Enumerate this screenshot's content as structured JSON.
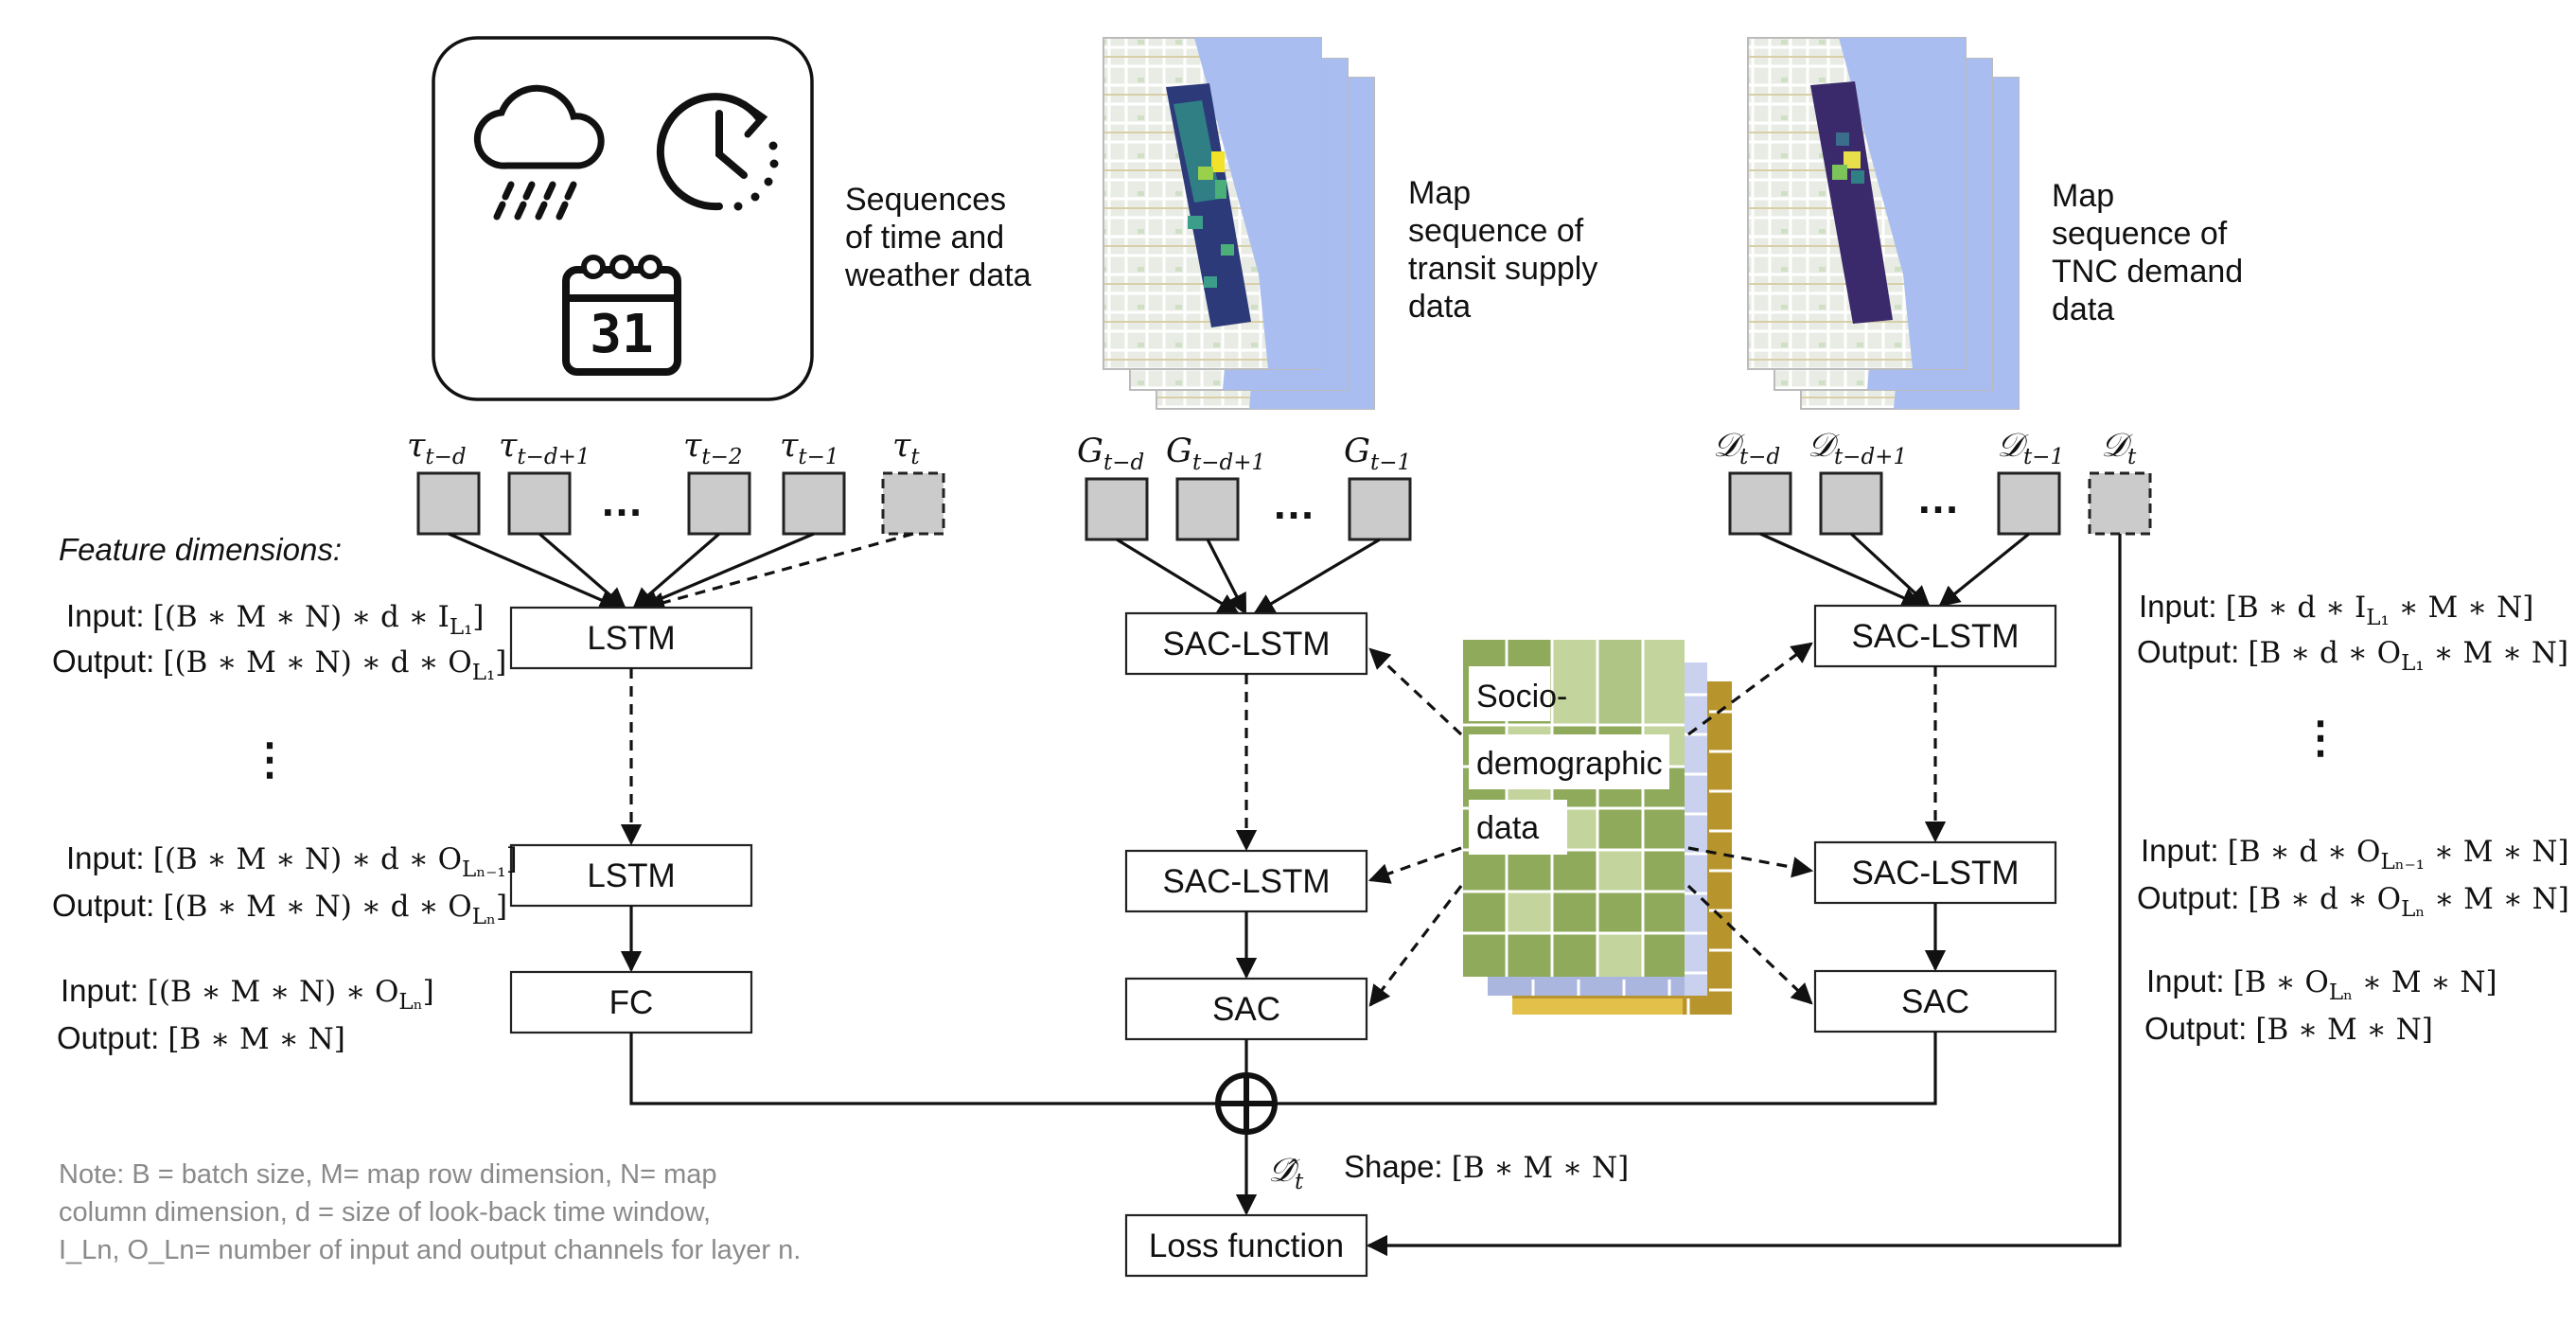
{
  "time_weather": {
    "calendar_day": "31",
    "caption_lines": [
      "Sequences",
      "of time and",
      "weather data"
    ]
  },
  "transit_map": {
    "caption_lines": [
      "Map",
      "sequence of",
      "transit supply",
      "data"
    ]
  },
  "demand_map": {
    "caption_lines": [
      "Map",
      "sequence of",
      "TNC demand",
      "data"
    ]
  },
  "tau_inputs": {
    "labels": [
      {
        "base": "τ",
        "sub": "t−d"
      },
      {
        "base": "τ",
        "sub": "t−d+1"
      },
      {
        "base": "τ",
        "sub": "t−2"
      },
      {
        "base": "τ",
        "sub": "t−1"
      },
      {
        "base": "τ",
        "sub": "t"
      }
    ]
  },
  "g_inputs": {
    "labels": [
      {
        "base": "G",
        "sub": "t−d"
      },
      {
        "base": "G",
        "sub": "t−d+1"
      },
      {
        "base": "G",
        "sub": "t−1"
      }
    ]
  },
  "d_inputs": {
    "labels": [
      {
        "base": "𝒟",
        "sub": "t−d"
      },
      {
        "base": "𝒟",
        "sub": "t−d+1"
      },
      {
        "base": "𝒟",
        "sub": "t−1"
      },
      {
        "base": "𝒟",
        "sub": "t"
      }
    ]
  },
  "ellipsis": "…",
  "vertical_ellipsis": "⋮",
  "left_branch": {
    "heading": "Feature dimensions:",
    "boxes": [
      "LSTM",
      "LSTM",
      "FC"
    ],
    "dims": [
      {
        "prefix": "Input: ",
        "pre": "[(B ∗ M ∗ N) ∗ d ∗ I",
        "sub": "L₁",
        "post": "]"
      },
      {
        "prefix": "Output: ",
        "pre": "[(B ∗ M ∗ N) ∗ d ∗ O",
        "sub": "L₁",
        "post": "]"
      },
      {
        "prefix": "Input: ",
        "pre": "[(B ∗ M ∗ N) ∗ d ∗ O",
        "sub": "Lₙ₋₁",
        "post": "]"
      },
      {
        "prefix": "Output: ",
        "pre": "[(B ∗ M ∗ N) ∗ d ∗ O",
        "sub": "Lₙ",
        "post": "]"
      },
      {
        "prefix": "Input: ",
        "pre": "[(B ∗ M ∗ N) ∗ O",
        "sub": "Lₙ",
        "post": "]"
      },
      {
        "prefix": "Output: ",
        "pre": "[B ∗ M ∗ N]",
        "sub": "",
        "post": ""
      }
    ]
  },
  "middle_branch": {
    "boxes": [
      "SAC-LSTM",
      "SAC-LSTM",
      "SAC"
    ]
  },
  "right_branch": {
    "boxes": [
      "SAC-LSTM",
      "SAC-LSTM",
      "SAC"
    ],
    "dims": [
      {
        "prefix": "Input: ",
        "pre": "[B ∗ d ∗ I",
        "sub": "L₁",
        "post": " ∗ M ∗ N]"
      },
      {
        "prefix": "Output: ",
        "pre": "[B ∗ d ∗ O",
        "sub": "L₁",
        "post": " ∗ M ∗ N]"
      },
      {
        "prefix": "Input: ",
        "pre": "[B ∗ d ∗ O",
        "sub": "Lₙ₋₁",
        "post": " ∗ M ∗ N]"
      },
      {
        "prefix": "Output: ",
        "pre": "[B ∗ d ∗ O",
        "sub": "Lₙ",
        "post": " ∗ M ∗ N]"
      },
      {
        "prefix": "Input: ",
        "pre": "[B ∗ O",
        "sub": "Lₙ",
        "post": " ∗ M ∗ N]"
      },
      {
        "prefix": "Output: ",
        "pre": "[B ∗ M ∗ N]",
        "sub": "",
        "post": ""
      }
    ]
  },
  "socio": {
    "lines": [
      "Socio-",
      "demographic",
      "data"
    ]
  },
  "output": {
    "symbol": "⊕",
    "pred_base": "𝒟̂",
    "pred_sub": "t",
    "shape_prefix": "Shape: ",
    "shape_value": "[B ∗ M ∗ N]",
    "loss_label": "Loss function"
  },
  "note": {
    "lines": [
      "Note: B = batch size, M= map row dimension, N= map",
      "column dimension, d = size of look-back time window,",
      "I_Ln, O_Ln= number of input and output channels for layer n."
    ]
  },
  "colors": {
    "grey_box": "#cbcbcb",
    "socio_green_dark": "#8eaa5a",
    "socio_green_light": "#c3d59d",
    "socio_lavender": "#aab6de",
    "socio_gold": "#b8952c",
    "map_water": "#a9bdf0",
    "map_heat_dark": "#3b2a6b",
    "note_grey": "#8a8a8a"
  }
}
